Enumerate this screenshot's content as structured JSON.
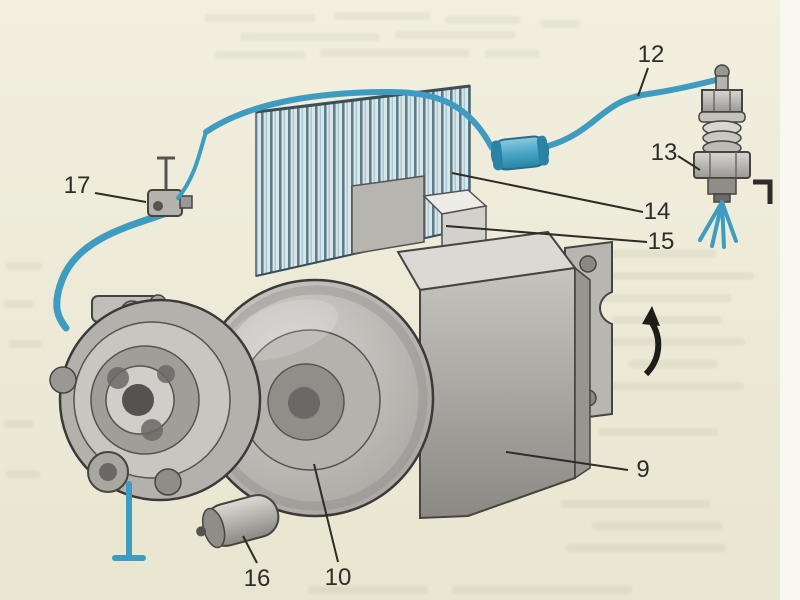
{
  "figure": {
    "kind": "scanned-textbook-illustration",
    "subject": "flywheel magneto ignition unit with high-voltage lead, suppressor capacitor and spark plug",
    "paper_color": "#efecda",
    "accent_blue": "#3e9cc0",
    "ink_color": "#2e2c28",
    "callouts": {
      "c9": "9",
      "c10": "10",
      "c12": "12",
      "c13": "13",
      "c14": "14",
      "c15": "15",
      "c16": "16",
      "c17": "17"
    }
  }
}
